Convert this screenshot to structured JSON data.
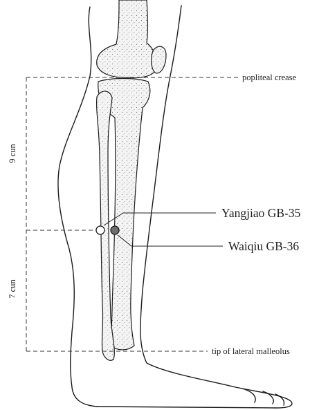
{
  "landmarks": {
    "popliteal_crease": "popliteal crease",
    "lateral_malleolus": "tip of lateral malleolus"
  },
  "measurements": {
    "upper": "9 cun",
    "lower": "7 cun"
  },
  "points": [
    {
      "label": "Yangjiao GB-35",
      "marker": "open"
    },
    {
      "label": "Waiqiu GB-36",
      "marker": "filled"
    }
  ],
  "colors": {
    "ink": "#1a1a1a",
    "filled_point": "#6e6e6e",
    "open_point": "#ffffff"
  }
}
